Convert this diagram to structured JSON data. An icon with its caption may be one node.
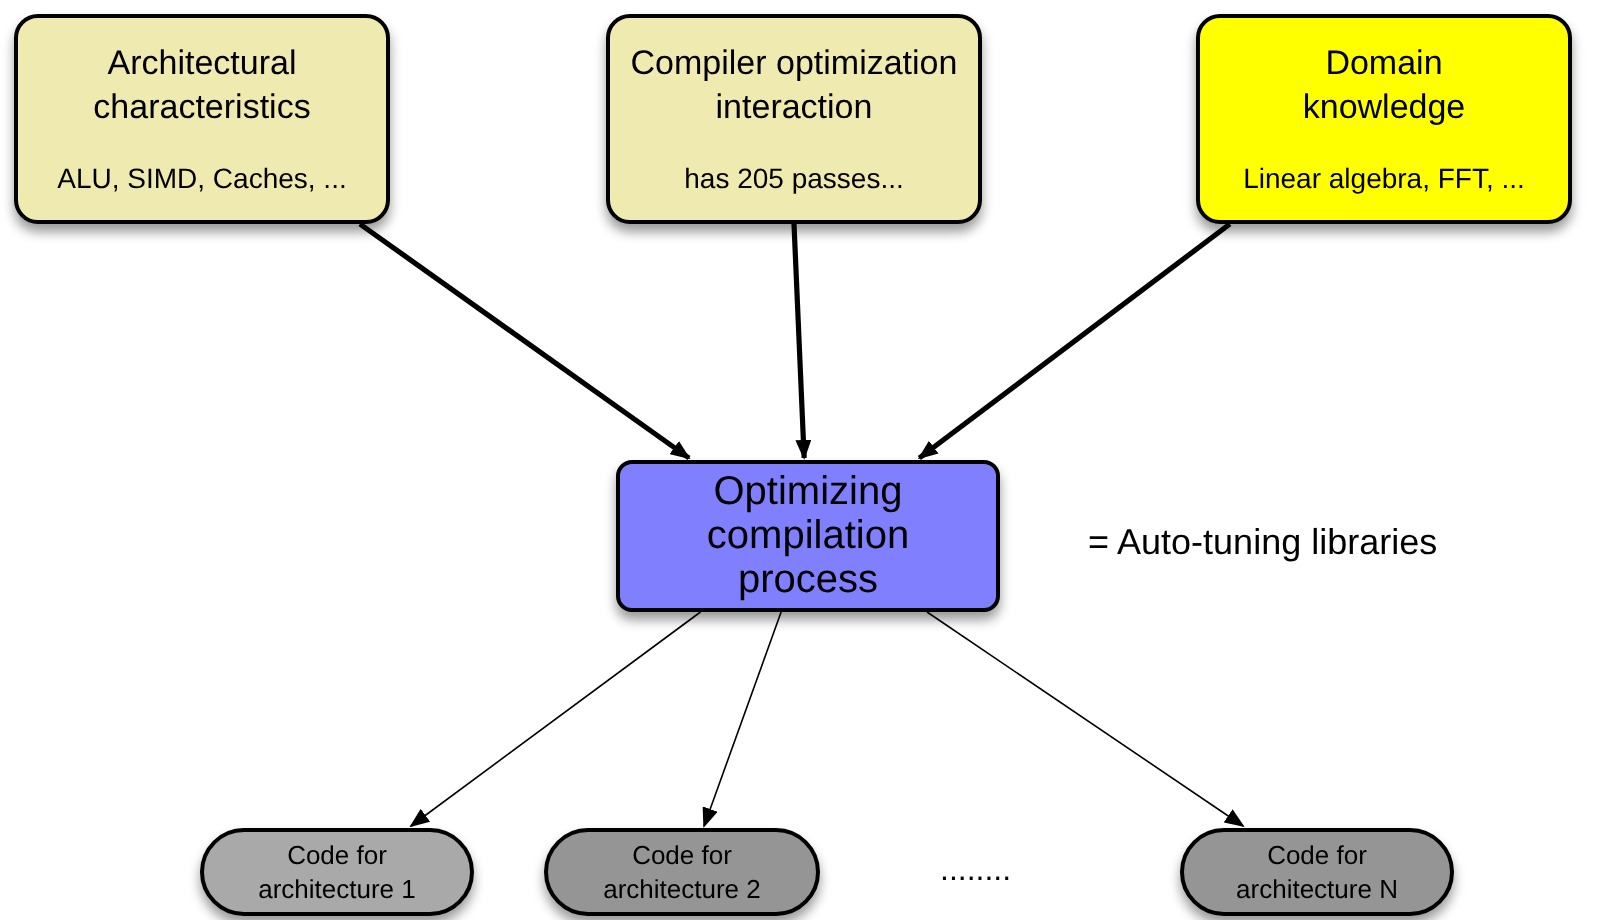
{
  "diagram": {
    "nodes": [
      {
        "text": [
          "Architectural characteristics",
          "ALU, SIMD, Caches, ..."
        ]
      },
      {
        "text": [
          "Compiler optimization interaction",
          "has 205 passes..."
        ]
      },
      {
        "text": [
          "Domain knowledge",
          "Linear algebra, FFT, ..."
        ]
      },
      {
        "text": [
          "Optimizing compilation process"
        ]
      },
      {
        "text": [
          "Code for architecture 1"
        ]
      },
      {
        "text": [
          "Code for architecture 2"
        ]
      },
      {
        "text": [
          "Code for architecture N"
        ]
      }
    ],
    "edges": [
      {
        "from": 0,
        "to": 3,
        "arrow": "to",
        "style": "thick"
      },
      {
        "from": 1,
        "to": 3,
        "arrow": "to",
        "style": "thick"
      },
      {
        "from": 2,
        "to": 3,
        "arrow": "to",
        "style": "thick"
      },
      {
        "from": 3,
        "to": 4,
        "arrow": "to"
      },
      {
        "from": 3,
        "to": 5,
        "arrow": "to"
      },
      {
        "from": 3,
        "to": 6,
        "arrow": "to"
      }
    ],
    "labels": [
      "= Auto-tuning libraries",
      "........"
    ]
  }
}
